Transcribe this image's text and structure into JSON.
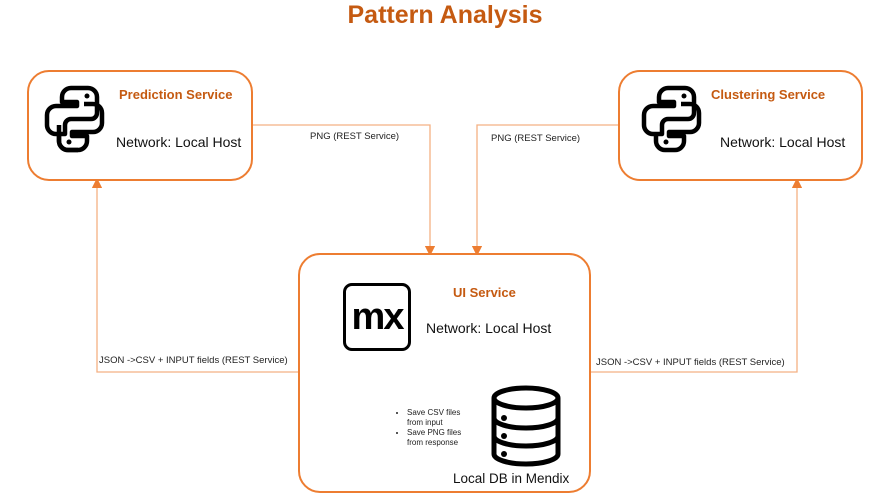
{
  "title": "Pattern Analysis",
  "colors": {
    "accent": "#c55a11",
    "border": "#ed7d31",
    "connector": "#f4b183"
  },
  "prediction": {
    "name": "Prediction Service",
    "network": "Network: Local Host",
    "icon": "python-icon"
  },
  "clustering": {
    "name": "Clustering Service",
    "network": "Network: Local Host",
    "icon": "python-icon"
  },
  "ui": {
    "name": "UI Service",
    "network": "Network: Local Host",
    "icon": "mendix-logo",
    "logo_text": "mx",
    "db_label": "Local DB in Mendix",
    "db_icon": "database-icon",
    "notes": [
      "Save CSV files from input",
      "Save PNG files from response"
    ]
  },
  "connectors": {
    "png_left": "PNG (REST Service)",
    "png_right": "PNG (REST Service)",
    "json_left": "JSON ->CSV + INPUT fields  (REST Service)",
    "json_right": "JSON ->CSV + INPUT fields  (REST Service)"
  }
}
